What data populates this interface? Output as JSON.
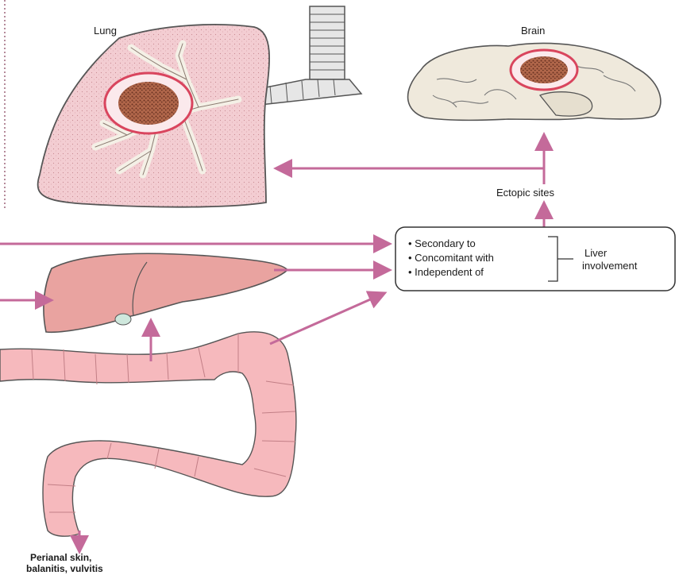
{
  "labels": {
    "lung": "Lung",
    "brain": "Brain",
    "ectopic": "Ectopic sites",
    "box_items": [
      "• Secondary to",
      "• Concomitant with",
      "• Independent of"
    ],
    "liver_line1": "Liver",
    "liver_line2": "involvement",
    "perianal_line1": "Perianal skin,",
    "perianal_line2": "balanitis, vulvitis"
  },
  "colors": {
    "arrow": "#c46a9a",
    "lung_fill": "#f3cdd2",
    "lesion_ring": "#d9455e",
    "lesion_core": "#8a4a33",
    "brain_fill": "#efe9dc",
    "liver_fill": "#e9a3a0",
    "colon_fill": "#f6b9bd",
    "trachea_fill": "#e6e6e6"
  }
}
